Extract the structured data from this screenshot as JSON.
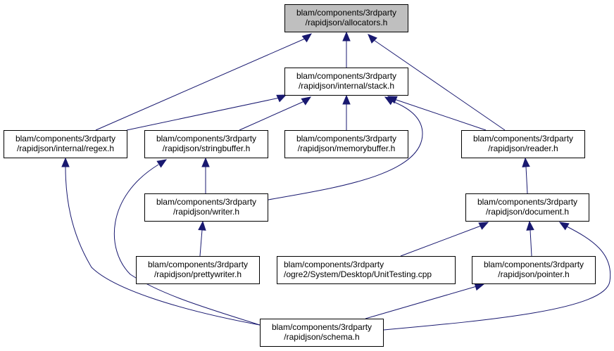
{
  "graph": {
    "title": "Include dependency graph (included by)",
    "edge_color": "#191970",
    "root_fill": "#bfbfbf",
    "nodes": [
      {
        "id": "allocators",
        "line1": "blam/components/3rdparty",
        "line2": "/rapidjson/allocators.h",
        "root": true
      },
      {
        "id": "stack",
        "line1": "blam/components/3rdparty",
        "line2": "/rapidjson/internal/stack.h"
      },
      {
        "id": "regex",
        "line1": "blam/components/3rdparty",
        "line2": "/rapidjson/internal/regex.h"
      },
      {
        "id": "stringbuffer",
        "line1": "blam/components/3rdparty",
        "line2": "/rapidjson/stringbuffer.h"
      },
      {
        "id": "memorybuffer",
        "line1": "blam/components/3rdparty",
        "line2": "/rapidjson/memorybuffer.h"
      },
      {
        "id": "reader",
        "line1": "blam/components/3rdparty",
        "line2": "/rapidjson/reader.h"
      },
      {
        "id": "writer",
        "line1": "blam/components/3rdparty",
        "line2": "/rapidjson/writer.h"
      },
      {
        "id": "document",
        "line1": "blam/components/3rdparty",
        "line2": "/rapidjson/document.h"
      },
      {
        "id": "prettywriter",
        "line1": "blam/components/3rdparty",
        "line2": "/rapidjson/prettywriter.h"
      },
      {
        "id": "unittesting",
        "line1": "blam/components/3rdparty",
        "line2": "/ogre2/System/Desktop/UnitTesting.cpp"
      },
      {
        "id": "pointer",
        "line1": "blam/components/3rdparty",
        "line2": "/rapidjson/pointer.h"
      },
      {
        "id": "schema",
        "line1": "blam/components/3rdparty",
        "line2": "/rapidjson/schema.h"
      }
    ],
    "edges": [
      {
        "from": "stack",
        "to": "allocators"
      },
      {
        "from": "regex",
        "to": "allocators"
      },
      {
        "from": "reader",
        "to": "allocators"
      },
      {
        "from": "regex",
        "to": "stack"
      },
      {
        "from": "stringbuffer",
        "to": "stack"
      },
      {
        "from": "memorybuffer",
        "to": "stack"
      },
      {
        "from": "writer",
        "to": "stack"
      },
      {
        "from": "reader",
        "to": "stack"
      },
      {
        "from": "writer",
        "to": "stringbuffer"
      },
      {
        "from": "schema",
        "to": "stringbuffer"
      },
      {
        "from": "schema",
        "to": "regex"
      },
      {
        "from": "prettywriter",
        "to": "writer"
      },
      {
        "from": "document",
        "to": "reader"
      },
      {
        "from": "unittesting",
        "to": "document"
      },
      {
        "from": "pointer",
        "to": "document"
      },
      {
        "from": "schema",
        "to": "document"
      },
      {
        "from": "schema",
        "to": "pointer"
      }
    ]
  }
}
